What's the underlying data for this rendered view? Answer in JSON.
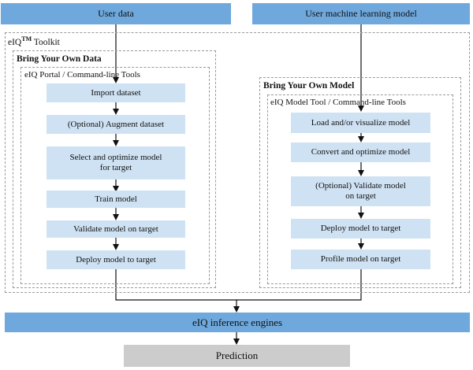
{
  "inputs": {
    "user_data": "User data",
    "user_model": "User machine learning model"
  },
  "toolkit": {
    "name": "eIQ",
    "tm": "TM",
    "suffix": " Toolkit"
  },
  "byod": {
    "title": "Bring Your Own Data",
    "tools": "eIQ Portal / Command-line Tools",
    "steps": [
      "Import dataset",
      "(Optional) Augment dataset",
      "Select and optimize model for target",
      "Train model",
      "Validate model on target",
      "Deploy model to target"
    ]
  },
  "byom": {
    "title": "Bring Your Own Model",
    "tools": "eIQ Model Tool / Command-line Tools",
    "steps": [
      "Load and/or visualize model",
      "Convert and optimize model",
      "(Optional) Validate model on target",
      "Deploy model to target",
      "Profile model on target"
    ]
  },
  "engines": "eIQ inference engines",
  "prediction": "Prediction"
}
